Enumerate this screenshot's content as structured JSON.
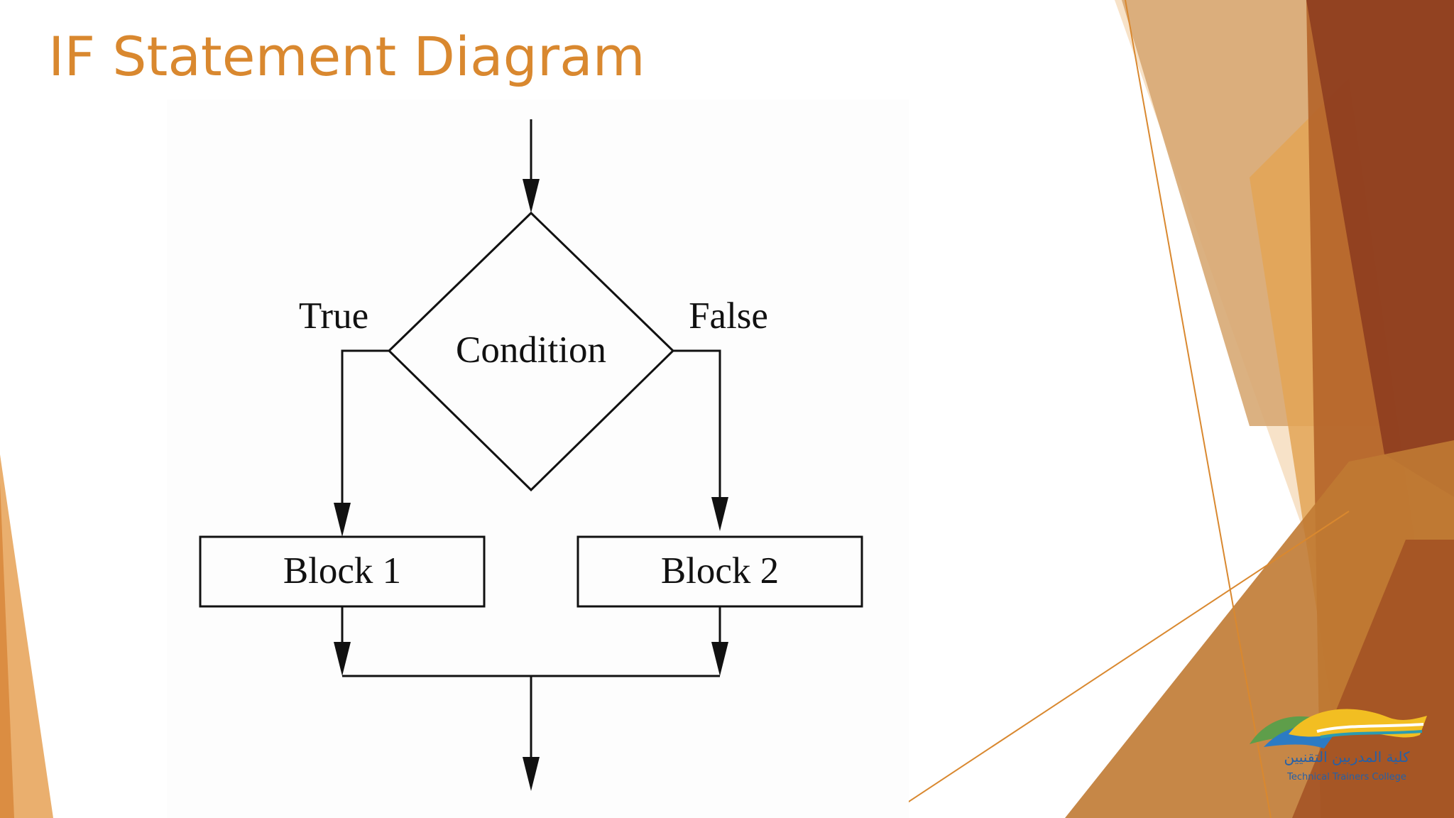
{
  "slide": {
    "title": "IF Statement Diagram"
  },
  "theme": {
    "title_color": "#D9882F",
    "accent_light": "#F2C998",
    "accent_mid": "#E0A45C",
    "accent_dark": "#B5652A",
    "accent_deep": "#8E3E1F",
    "line_color": "#111111"
  },
  "diagram": {
    "decision": {
      "label": "Condition"
    },
    "true_branch": {
      "label": "True"
    },
    "false_branch": {
      "label": "False"
    },
    "block1": {
      "label": "Block 1"
    },
    "block2": {
      "label": "Block 2"
    }
  },
  "logo": {
    "name": "Technical Trainers College",
    "arabic_text": "كلية المدربين التقنيين",
    "english_text": "Technical Trainers College",
    "icon": "college-logo-icon"
  }
}
